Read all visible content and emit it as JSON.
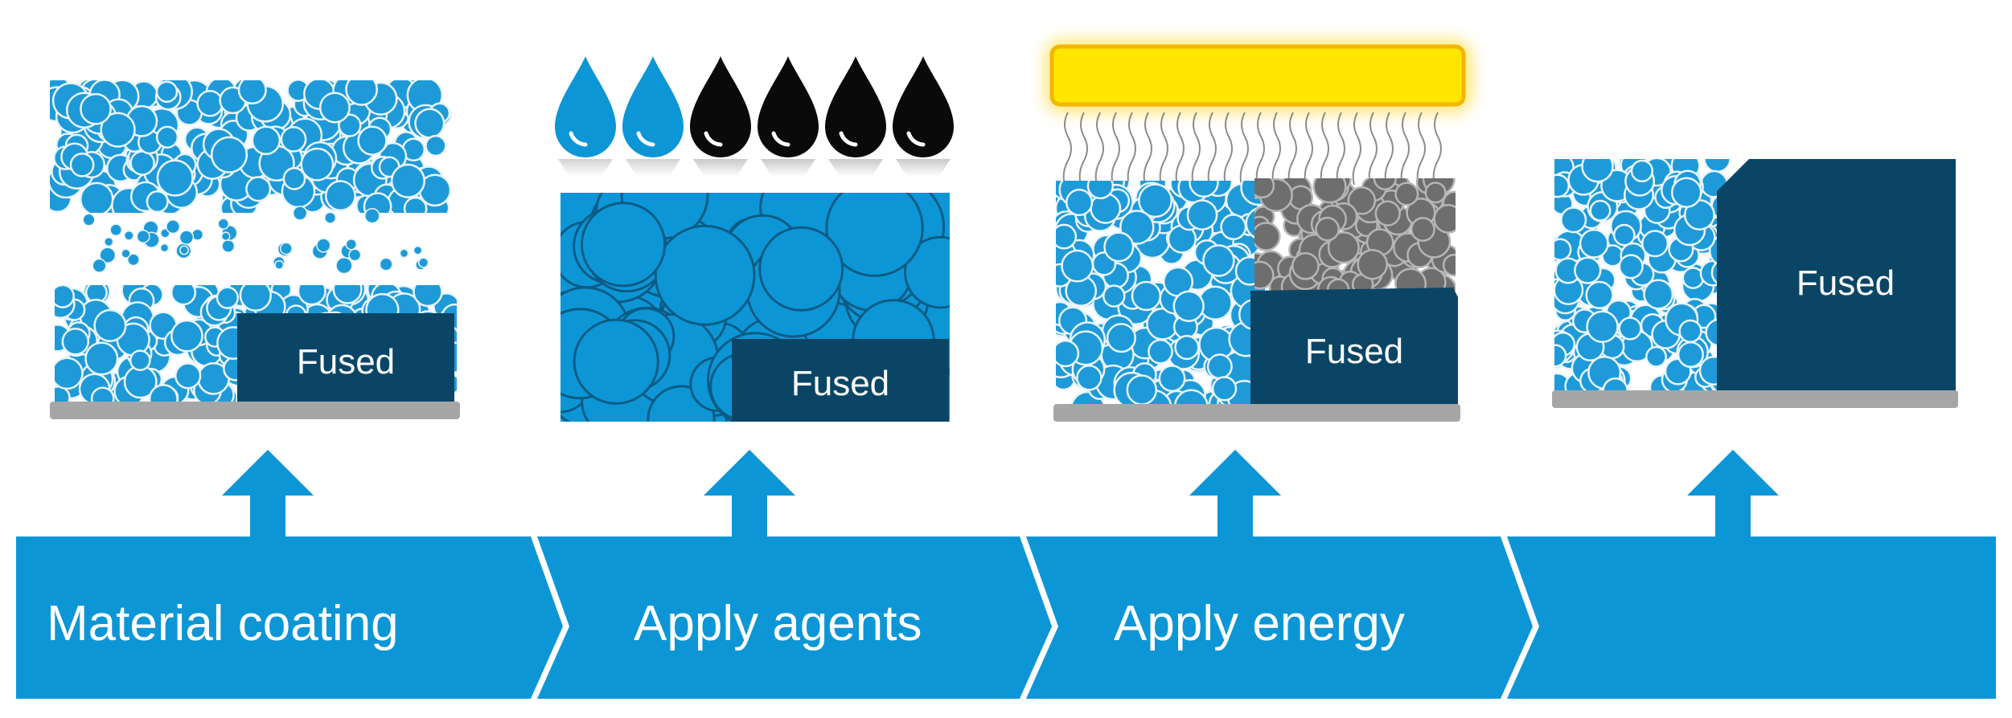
{
  "panels": [
    {
      "fused_label": "Fused"
    },
    {
      "fused_label": "Fused"
    },
    {
      "fused_label": "Fused"
    },
    {
      "fused_label": "Fused"
    }
  ],
  "steps": [
    {
      "label": "Material coating"
    },
    {
      "label": "Apply agents"
    },
    {
      "label": "Apply energy"
    },
    {
      "label": ""
    }
  ],
  "colors": {
    "process_blue": "#0d96d6",
    "particle_blue": "#1f9ad8",
    "fused_navy": "#0b4566",
    "build_plate_gray": "#a6a6a6",
    "fusing_agent_black": "#0a0a0a",
    "heater_yellow": "#ffe600",
    "heated_particle_gray": "#6e6e6e"
  },
  "icons": {
    "agent_drops": [
      "cyan-drop-icon",
      "cyan-drop-icon",
      "black-drop-icon",
      "black-drop-icon",
      "black-drop-icon",
      "black-drop-icon"
    ],
    "heater": "heater-lamp-icon",
    "step_arrows": "up-arrow-icon"
  }
}
